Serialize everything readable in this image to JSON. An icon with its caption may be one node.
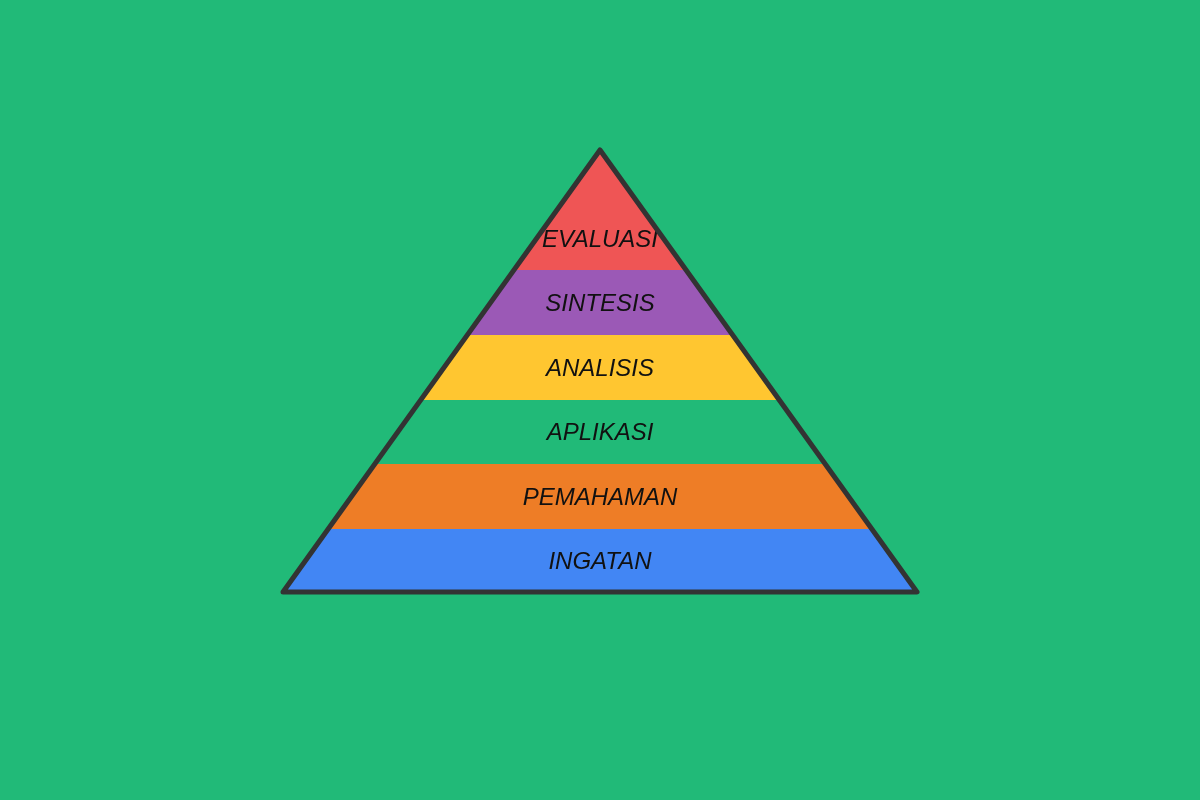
{
  "diagram": {
    "nodes": [
      {
        "text": [
          "EVALUASI"
        ]
      },
      {
        "text": [
          "SINTESIS"
        ]
      },
      {
        "text": [
          "ANALISIS"
        ]
      },
      {
        "text": [
          "APLIKASI"
        ]
      },
      {
        "text": [
          "PEMAHAMAN"
        ]
      },
      {
        "text": [
          "INGATAN"
        ]
      }
    ]
  }
}
